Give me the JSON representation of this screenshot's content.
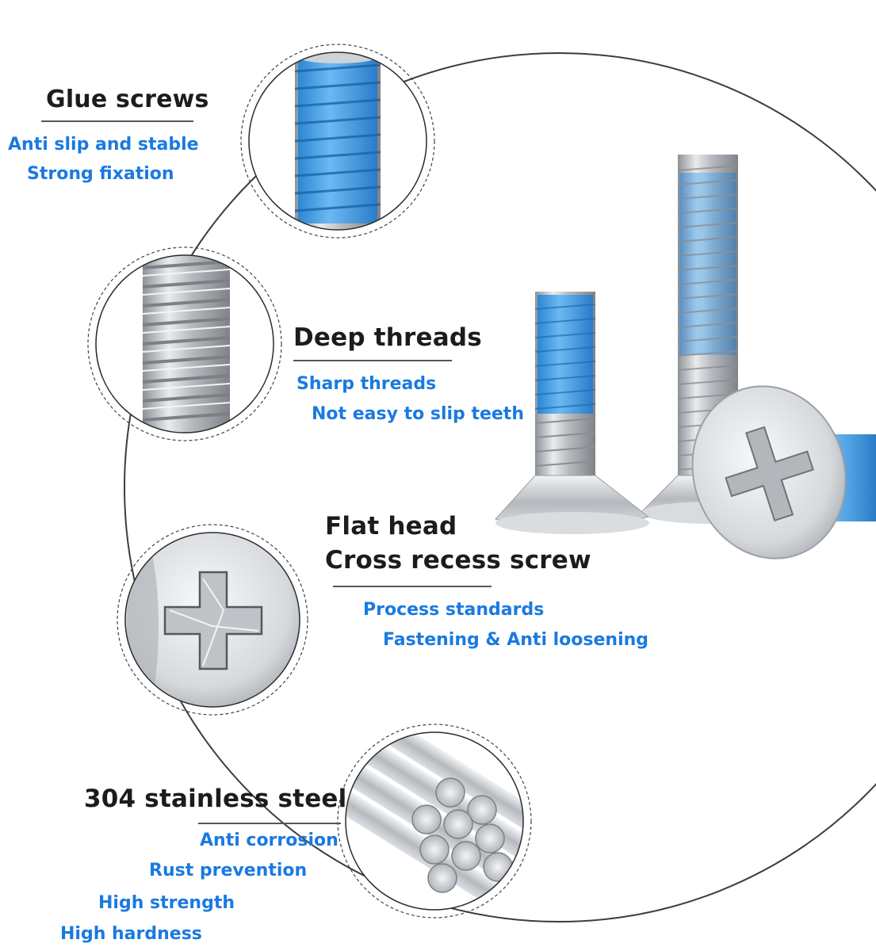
{
  "sections": {
    "glue": {
      "title": "Glue screws",
      "lines": [
        "Anti slip and stable",
        "Strong fixation"
      ]
    },
    "threads": {
      "title": "Deep threads",
      "lines": [
        "Sharp threads",
        "Not easy to slip teeth"
      ]
    },
    "head": {
      "title_lines": [
        "Flat head",
        "Cross recess screw"
      ],
      "lines": [
        "Process standards",
        "Fastening & Anti loosening"
      ]
    },
    "steel": {
      "title": "304 stainless steel",
      "lines": [
        "Anti corrosion",
        "Rust prevention",
        "High strength",
        "High hardness"
      ]
    }
  },
  "colors": {
    "heading": "#1c1c1c",
    "feature_text": "#1a7ae0",
    "threadlock_blue": "#3a9be8",
    "steel": "#c9ccd0"
  },
  "icons": [
    "glue-thread-icon",
    "deep-thread-icon",
    "cross-recess-icon",
    "steel-rods-icon",
    "screw-product-icon"
  ]
}
